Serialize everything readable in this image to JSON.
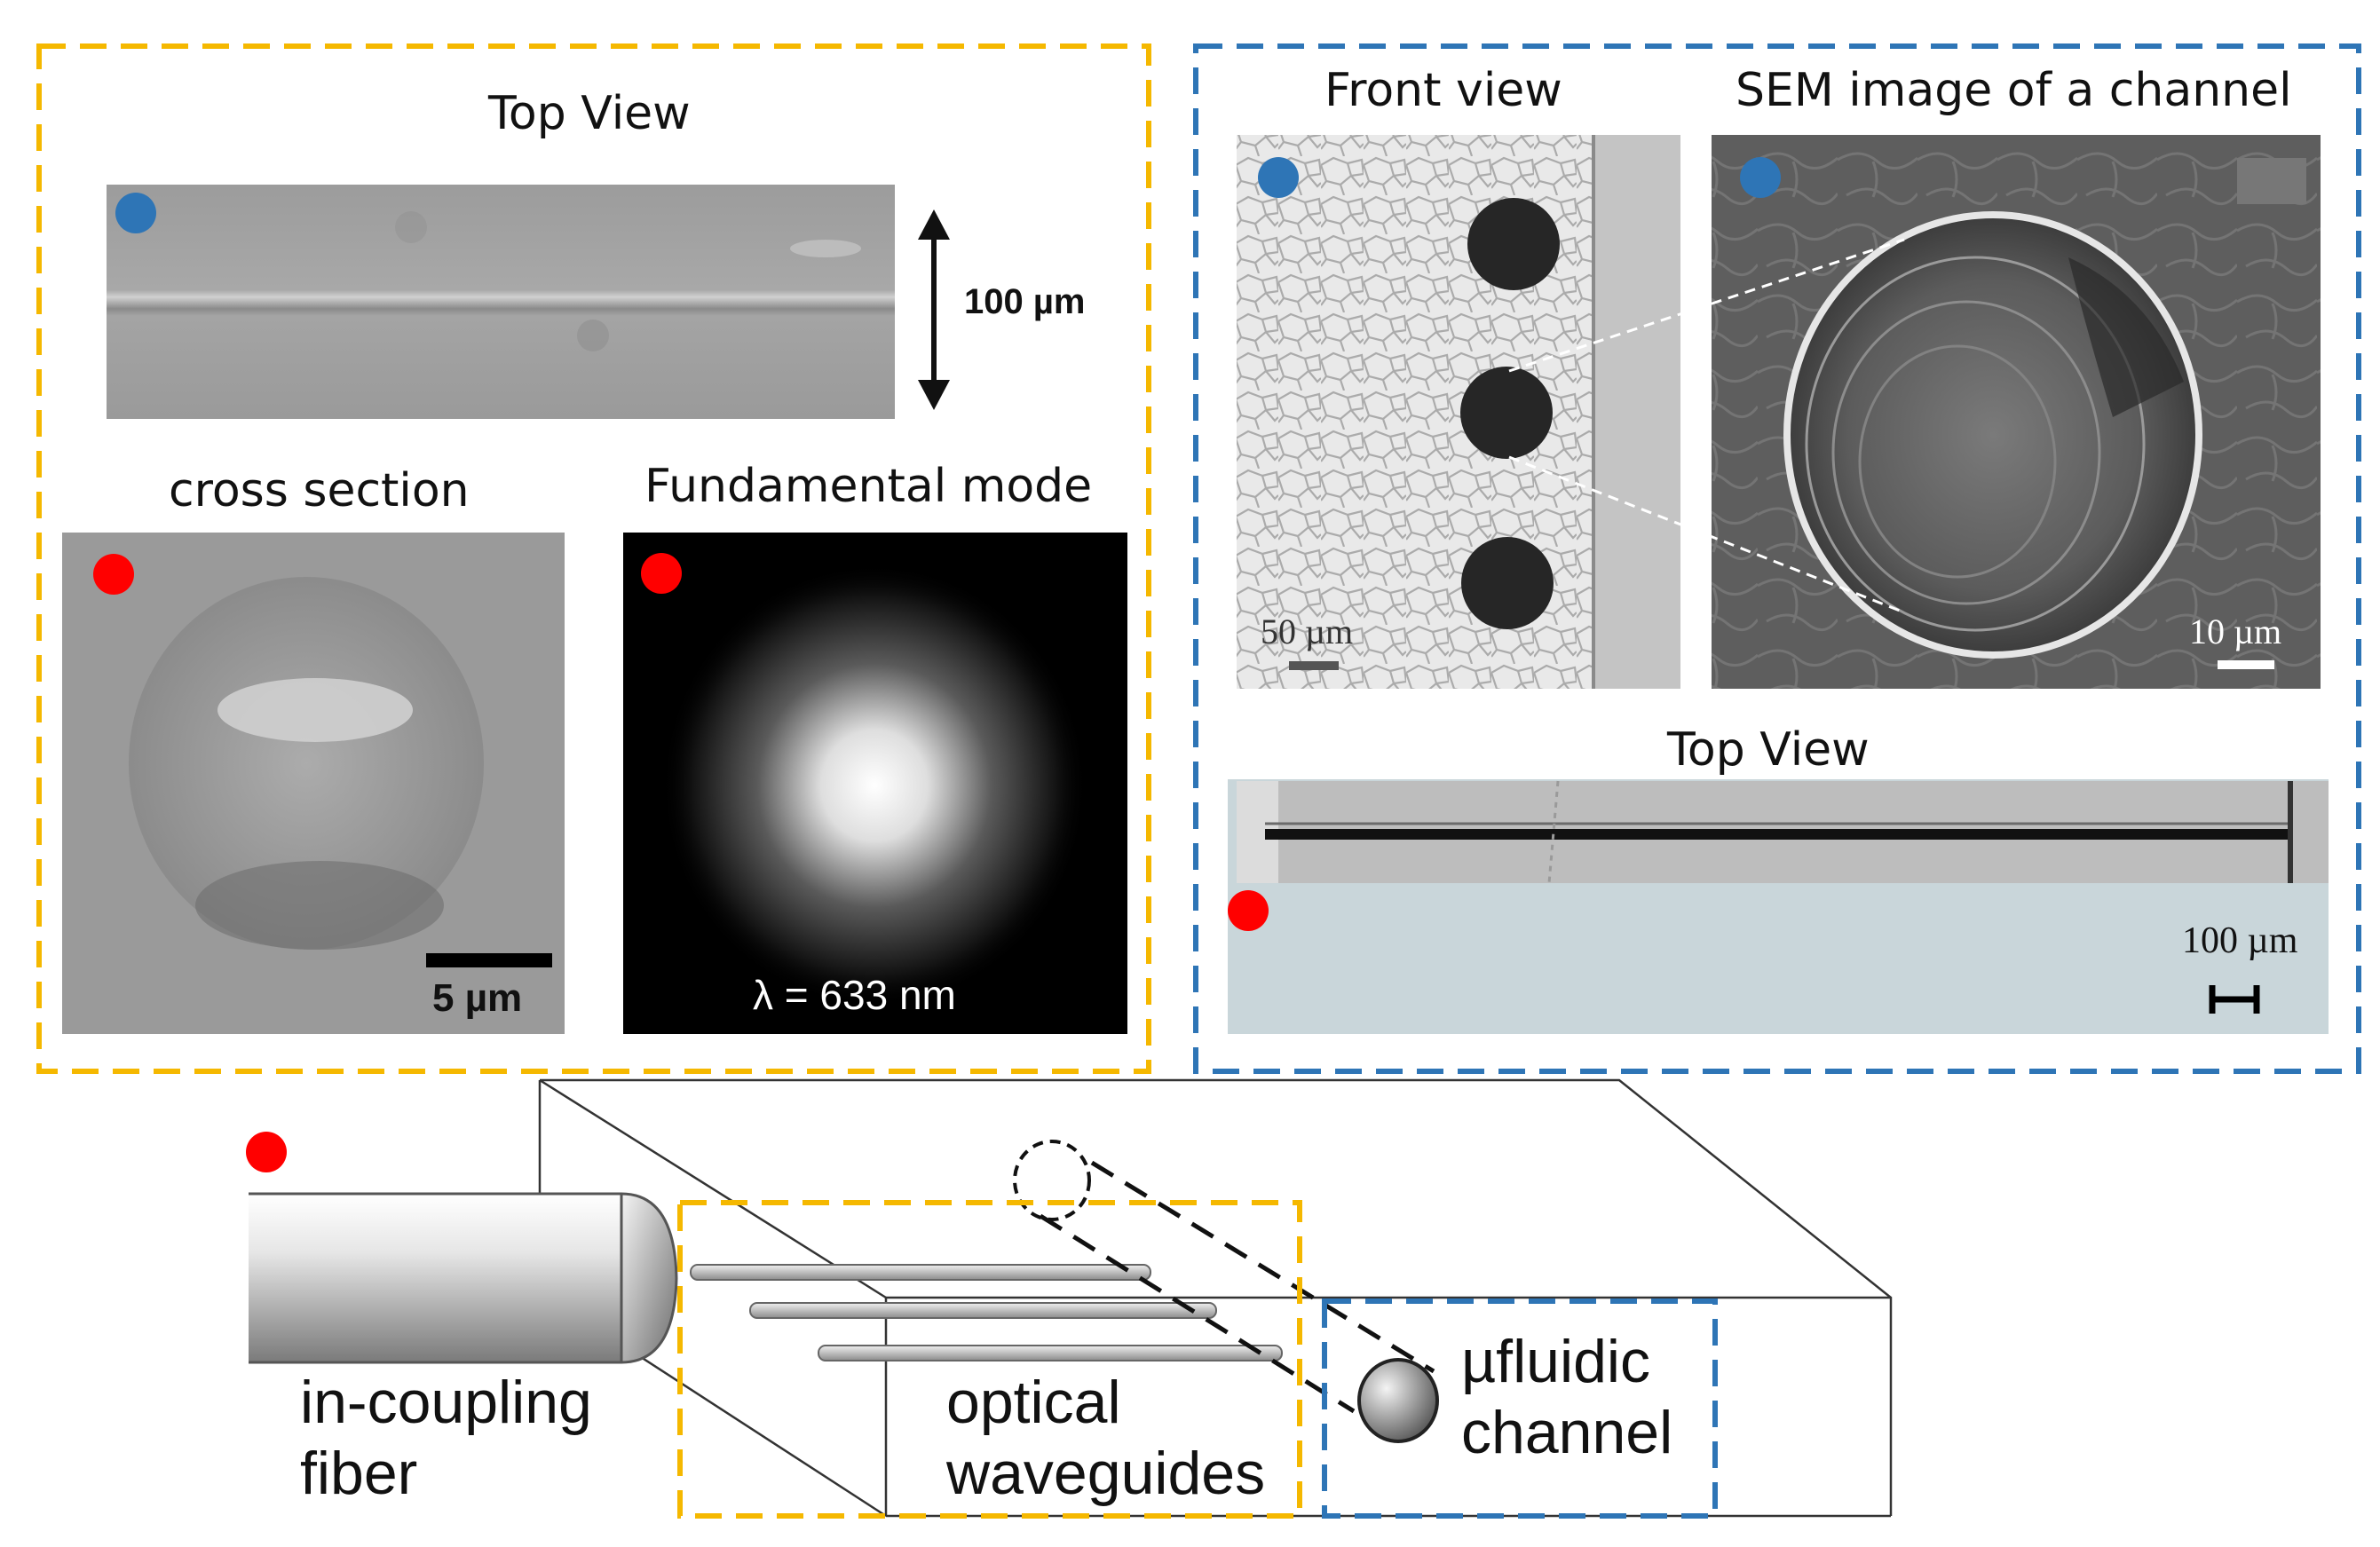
{
  "left_panel": {
    "top_view_title": "Top View",
    "scale_100um": "100 µm",
    "cross_section_title": "cross section",
    "cross_section_scale": "5 µm",
    "fundamental_mode_title": "Fundamental mode",
    "wavelength_label": "λ = 633 nm"
  },
  "right_panel": {
    "front_view_title": "Front view",
    "front_view_scale": "50 µm",
    "sem_title": "SEM image of a channel",
    "sem_scale": "10 µm",
    "top_view_title": "Top View",
    "top_view_scale": "100 µm"
  },
  "schematic": {
    "fiber_label_line1": "in-coupling",
    "fiber_label_line2": "fiber",
    "waveguides_label_line1": "optical",
    "waveguides_label_line2": "waveguides",
    "channel_label_line1": "µfluidic",
    "channel_label_line2": "channel"
  },
  "colors": {
    "waveguide_frame": "#F5B800",
    "channel_frame": "#2E75B6",
    "blue_marker": "#2E75B6",
    "red_marker": "#FF0000"
  }
}
